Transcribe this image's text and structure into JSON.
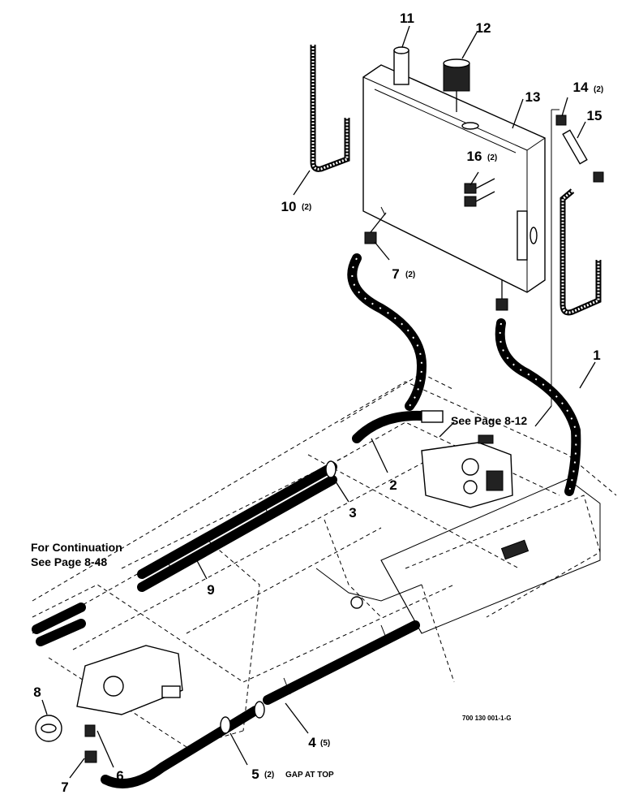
{
  "callouts": {
    "c1": "1",
    "c2": "2",
    "c3": "3",
    "c4": "4",
    "c5": "5",
    "c6": "6",
    "c7a": "7",
    "c7b": "7",
    "c8": "8",
    "c9": "9",
    "c10": "10",
    "c11": "11",
    "c12": "12",
    "c13": "13",
    "c14": "14",
    "c15": "15",
    "c16": "16"
  },
  "quantities": {
    "q4": "(5)",
    "q5": "(2)",
    "q7": "(2)",
    "q10": "(2)",
    "q14": "(2)",
    "q16": "(2)"
  },
  "notes": {
    "gap_at_top": "GAP AT TOP",
    "see_page_812": "See Page 8-12",
    "continuation_line1": "For Continuation",
    "continuation_line2": "See Page 8-48"
  },
  "figure_number": "700 130 001-1-G"
}
